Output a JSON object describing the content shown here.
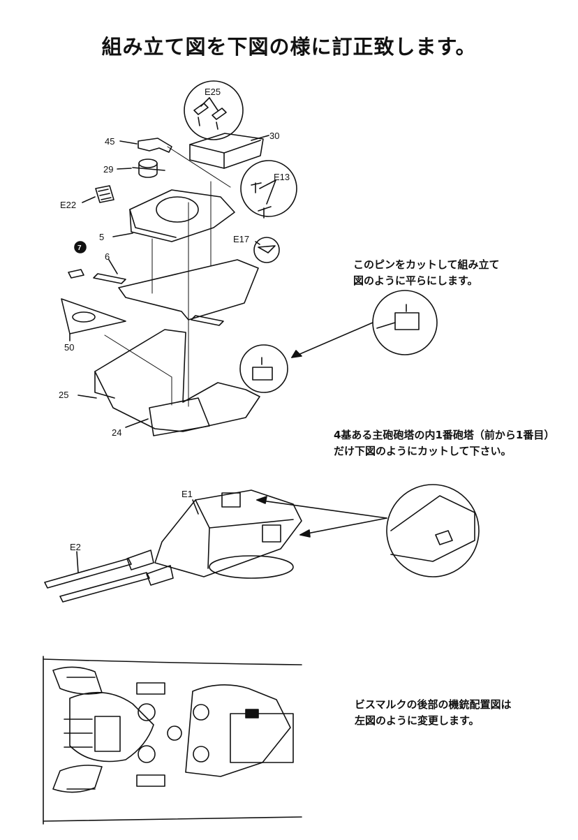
{
  "title": "組み立て図を下図の様に訂正致します。",
  "notes": {
    "pin_line1": "このピンをカットして組み立て",
    "pin_line2": "図のように平らにします。",
    "turret_line1": "4基ある主砲砲塔の内1番砲塔（前から1番目）",
    "turret_line2": "だけ下図のようにカットして下さい。",
    "layout_line1": "ビスマルクの後部の機銃配置図は",
    "layout_line2": "左図のように変更します。"
  },
  "part_labels": {
    "e25": "E25",
    "p30": "30",
    "p45": "45",
    "p29": "29",
    "e13": "E13",
    "e22": "E22",
    "p5": "5",
    "e17": "E17",
    "p7": "7",
    "p6": "6",
    "p50": "50",
    "p25": "25",
    "p24": "24",
    "e1": "E1",
    "e2": "E2"
  }
}
